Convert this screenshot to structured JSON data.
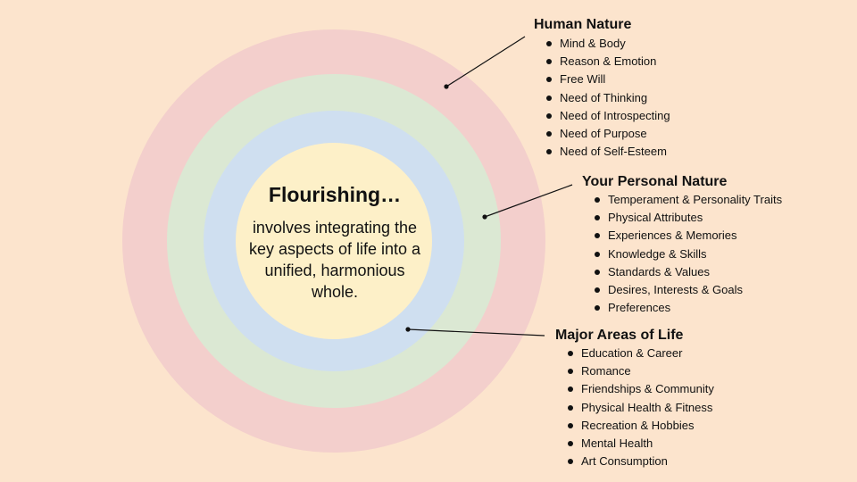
{
  "colors": {
    "background": "#fce4cd",
    "outer_ring": "#f3cfcc",
    "green_ring": "#dbe8d3",
    "blue_ring": "#cfdff0",
    "center": "#fdf0c8"
  },
  "center": {
    "title": "Flourishing…",
    "body": "involves integrating the key aspects of life into a unified, harmonious whole."
  },
  "groups": {
    "human": {
      "heading": "Human Nature",
      "items": [
        "Mind & Body",
        "Reason & Emotion",
        "Free Will",
        "Need of Thinking",
        "Need of Introspecting",
        "Need of Purpose",
        "Need of Self-Esteem"
      ]
    },
    "personal": {
      "heading": "Your Personal Nature",
      "items": [
        "Temperament & Personality Traits",
        "Physical Attributes",
        "Experiences & Memories",
        "Knowledge & Skills",
        "Standards & Values",
        "Desires, Interests & Goals",
        "Preferences"
      ]
    },
    "major": {
      "heading": "Major Areas of Life",
      "items": [
        "Education & Career",
        "Romance",
        "Friendships & Community",
        "Physical Health & Fitness",
        "Recreation & Hobbies",
        "Mental Health",
        "Art Consumption"
      ]
    }
  }
}
